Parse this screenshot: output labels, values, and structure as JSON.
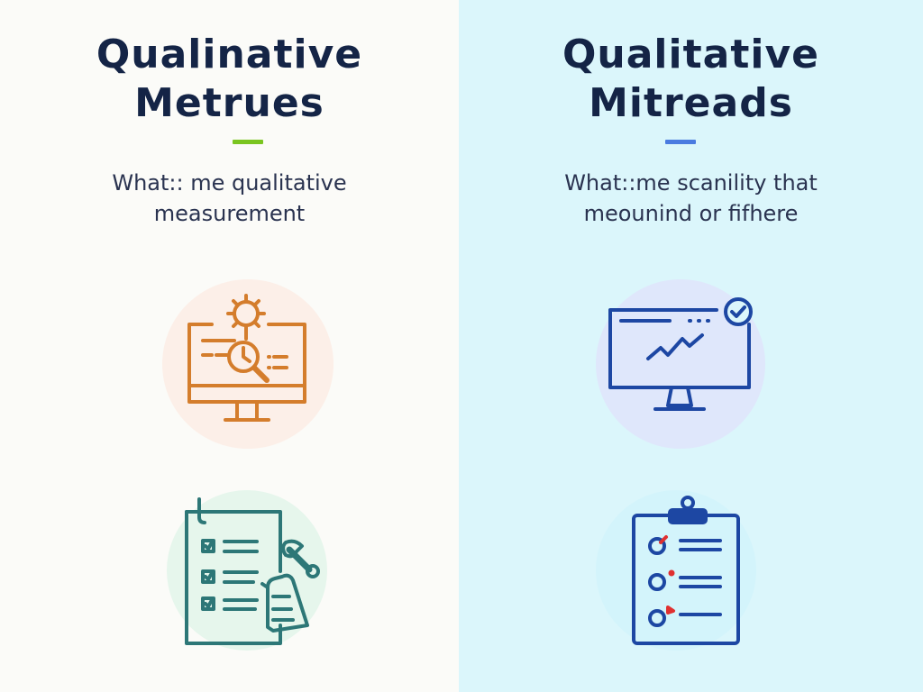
{
  "left": {
    "title_line1": "Qualinative",
    "title_line2": "Metrues",
    "desc_line1": "What:: me qualitative",
    "desc_line2": "measurement",
    "accent_color": "#7ac520",
    "icon1_name": "monitor-magnifier-gear-icon",
    "icon2_name": "checklist-clipboard-hand-icon"
  },
  "right": {
    "title_line1": "Qualitative",
    "title_line2": "Mitreads",
    "desc_line1": "What::me scanility that",
    "desc_line2": "meounind or fifhere",
    "accent_color": "#4a7be0",
    "icon1_name": "monitor-trend-check-icon",
    "icon2_name": "clipboard-targets-list-icon"
  },
  "colors": {
    "title": "#142446",
    "orange_icon": "#d47d2c",
    "teal_icon": "#2d7777",
    "blue_icon": "#1d47a3",
    "red_mark": "#e03030"
  }
}
